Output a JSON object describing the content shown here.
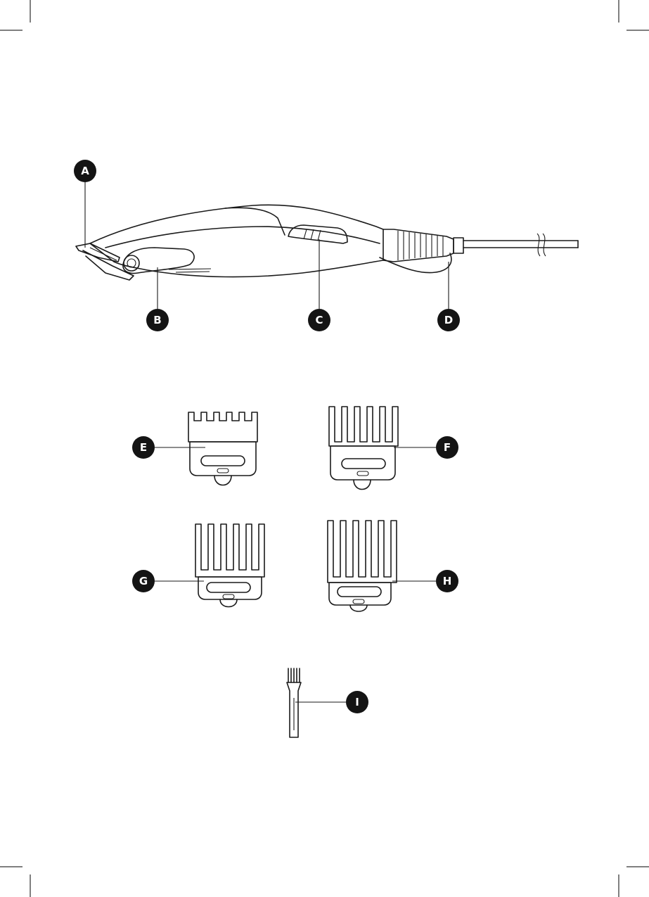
{
  "labels": {
    "clipper_blade": "A",
    "adjust_lever": "B",
    "power_switch": "C",
    "hanging_loop": "D",
    "comb_e": "E",
    "comb_f": "F",
    "comb_g": "G",
    "comb_h": "H",
    "cleaning_brush": "I"
  },
  "colors": {
    "line": "#1a1a1a",
    "badge": "#141414",
    "badge_text": "#ffffff"
  }
}
